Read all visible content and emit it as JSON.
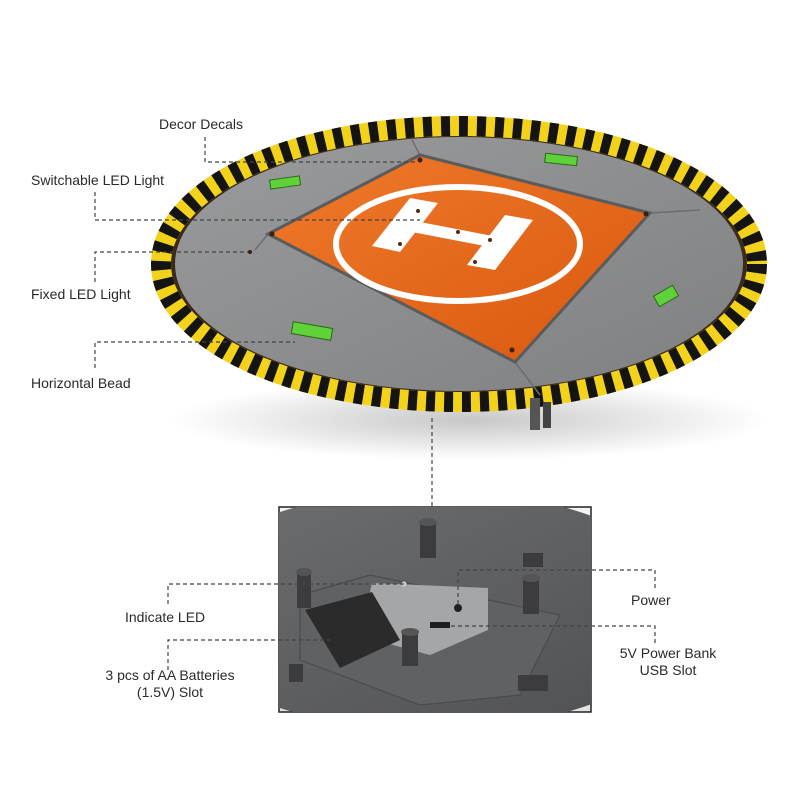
{
  "callouts": {
    "decor_decals": "Decor Decals",
    "switchable_led": "Switchable LED Light",
    "fixed_led": "Fixed LED Light",
    "horizontal_bead": "Horizontal Bead",
    "indicate_led": "Indicate LED",
    "batteries_line1": "3 pcs of AA Batteries",
    "batteries_line2": "(1.5V) Slot",
    "power": "Power",
    "usb_line1": "5V Power Bank",
    "usb_line2": "USB Slot"
  },
  "colors": {
    "pad_gray": "#8a8b8c",
    "helipad_orange": "#e9671b",
    "stripe_yellow": "#f2d21a",
    "stripe_black": "#141414",
    "level_green": "#5fd23a",
    "leader_line": "#444444"
  }
}
